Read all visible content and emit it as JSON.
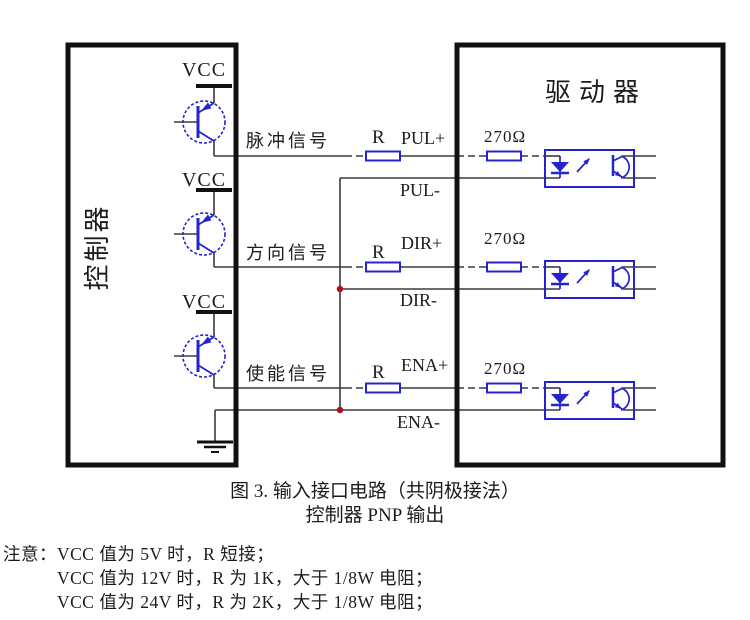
{
  "colors": {
    "component_blue": "#2424cc",
    "wire": "#3a3a44",
    "frame_black": "#111111",
    "junction_red": "#b01010"
  },
  "controller": {
    "label": "控制器"
  },
  "driver": {
    "label": "驱动器"
  },
  "vcc_label": "VCC",
  "rows": [
    {
      "signal": "脉冲信号",
      "r": "R",
      "plus": "PUL+",
      "minus": "PUL-",
      "shunt": "270Ω"
    },
    {
      "signal": "方向信号",
      "r": "R",
      "plus": "DIR+",
      "minus": "DIR-",
      "shunt": "270Ω"
    },
    {
      "signal": "使能信号",
      "r": "R",
      "plus": "ENA+",
      "minus": "ENA-",
      "shunt": "270Ω"
    }
  ],
  "caption": {
    "line1": "图 3.  输入接口电路（共阴极接法）",
    "line2": "控制器 PNP 输出"
  },
  "notes": {
    "line1": "注意：VCC 值为 5V 时，R 短接；",
    "line2": "VCC 值为 12V 时，R 为 1K，大于 1/8W 电阻；",
    "line3": "VCC 值为 24V 时，R 为 2K，大于 1/8W 电阻；"
  }
}
